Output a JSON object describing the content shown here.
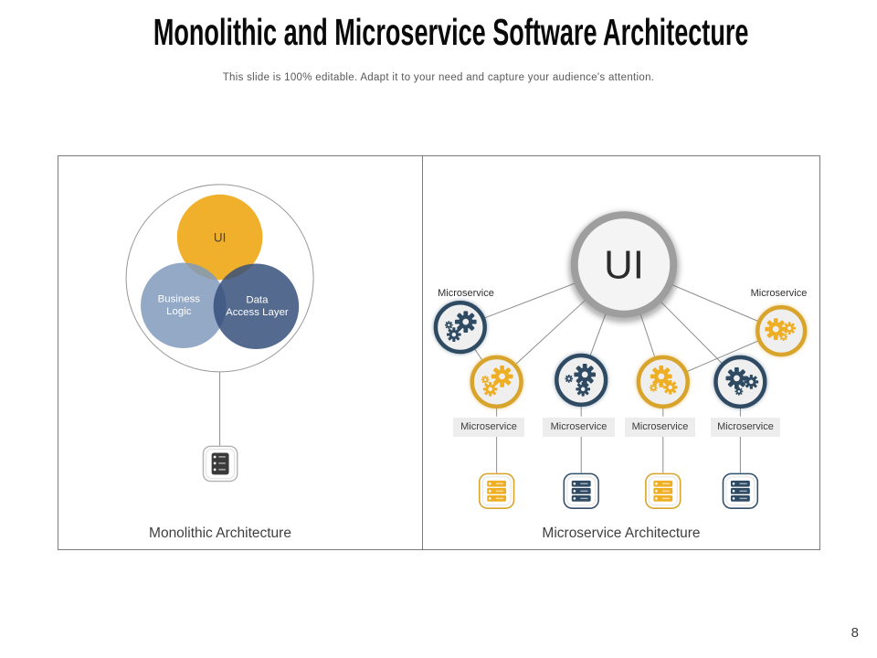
{
  "slide": {
    "title": "Monolithic and Microservice Software Architecture",
    "subtitle": "This slide is 100% editable. Adapt it to your need and capture your audience's attention.",
    "page_number": "8"
  },
  "colors": {
    "accent_yellow": "#F0B02C",
    "yellow_border": "#D8A42C",
    "navy": "#2F4A63",
    "light_blue": "#93A9C5",
    "slate_blue": "#51678C",
    "hub_ring_gray": "#9E9E9E",
    "connector_gray": "#8C8C8C",
    "label_box_gray": "#EDEDED"
  },
  "monolithic": {
    "caption": "Monolithic Architecture",
    "ui_label": "UI",
    "business_logic": {
      "line1": "Business",
      "line2": "Logic"
    },
    "data_access": {
      "line1": "Data",
      "line2": "Access Layer"
    },
    "database_icon": "database-server-icon"
  },
  "microservice": {
    "caption": "Microservice Architecture",
    "hub_label": "UI",
    "top_labels": [
      "Microservice",
      "Microservice"
    ],
    "box_labels": [
      "Microservice",
      "Microservice",
      "Microservice",
      "Microservice"
    ],
    "node_icon": "gear-icon",
    "database_icon": "database-server-icon"
  }
}
